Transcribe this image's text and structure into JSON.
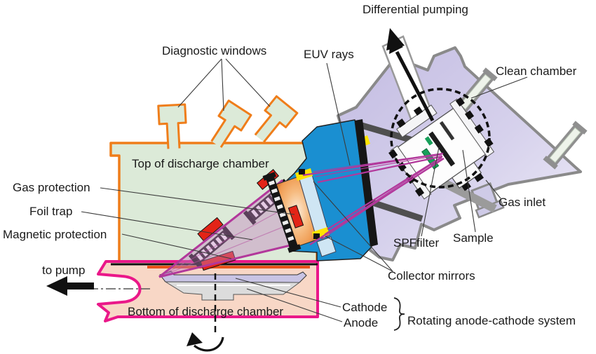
{
  "labels": {
    "differential_pumping": "Differential pumping",
    "diagnostic_windows": "Diagnostic windows",
    "euv_rays": "EUV rays",
    "clean_chamber": "Clean chamber",
    "top_chamber": "Top of discharge chamber",
    "gas_protection": "Gas protection",
    "foil_trap": "Foil trap",
    "magnetic_protection": "Magnetic protection",
    "to_pump": "to pump",
    "bottom_chamber": "Bottom of discharge chamber",
    "cathode": "Cathode",
    "anode": "Anode",
    "rotating_system": "Rotating anode-cathode system",
    "collector_mirrors": "Collector mirrors",
    "spf_filter": "SPFfilter",
    "sample": "Sample",
    "gas_inlet": "Gas inlet"
  },
  "colors": {
    "chamber_green": "#dcead8",
    "chamber_orange": "#ef7d1a",
    "bottom_pink_fill": "#f8d7c6",
    "bottom_pink_stroke": "#ea1889",
    "collector_blue": "#1a8fd1",
    "clean_chamber_stroke": "#8a8a8a",
    "euv_ray": "#b2389b",
    "magnet_red": "#e32417",
    "highlight_yellow": "#ffe400",
    "sample_green": "#18a05a",
    "text": "#1a1a1a"
  }
}
